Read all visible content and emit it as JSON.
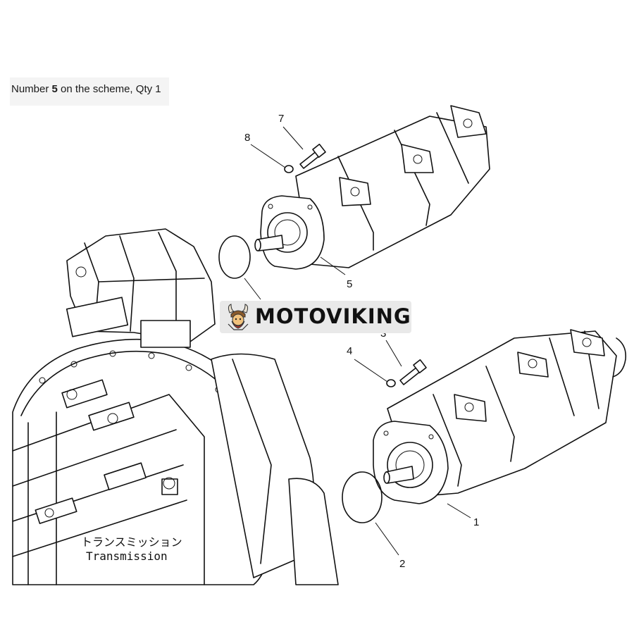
{
  "caption": {
    "prefix": "Number ",
    "number": "5",
    "suffix": " on the scheme, Qty 1"
  },
  "callouts": [
    "1",
    "2",
    "3",
    "4",
    "5",
    "7",
    "8"
  ],
  "transmission_label": {
    "japanese": "トランスミッション",
    "english": "Transmission"
  },
  "watermark": {
    "text": "MOTOVIKING",
    "icon": "viking-mascot-icon"
  },
  "colors": {
    "line": "#111111",
    "caption_bg": "#f4f4f4",
    "watermark_bg": "#e9e9e9",
    "mascot_accent": "#c0392b"
  }
}
